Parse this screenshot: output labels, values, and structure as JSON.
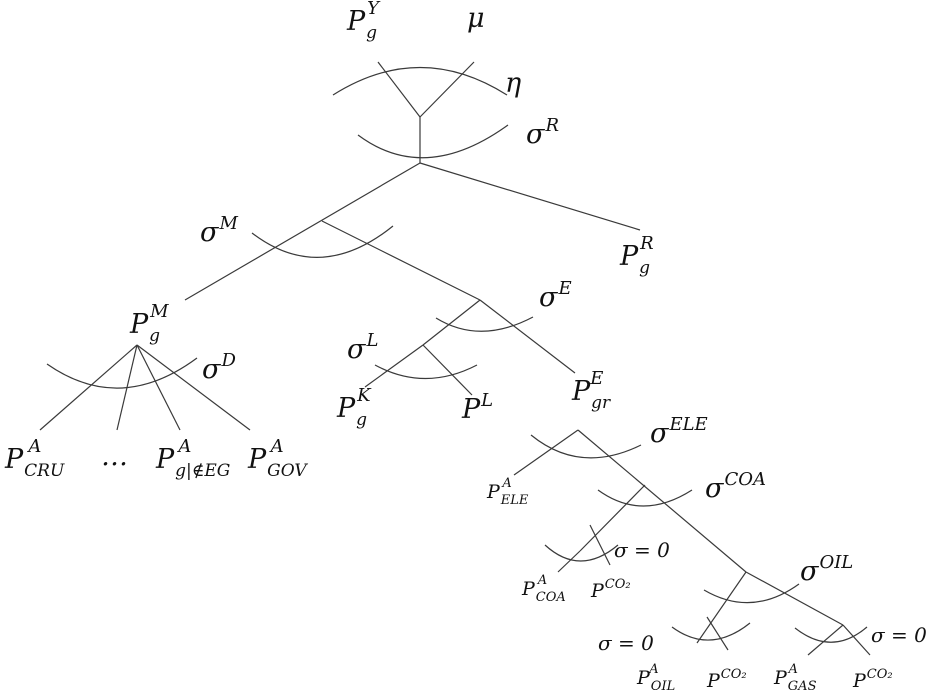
{
  "nodes": {
    "py": {
      "base": "P",
      "sub": "g",
      "sup": "Y"
    },
    "mu": {
      "base": "μ"
    },
    "eta": {
      "base": "η"
    },
    "sigma_r": {
      "base": "σ",
      "sup": "R"
    },
    "sigma_m": {
      "base": "σ",
      "sup": "M"
    },
    "pr": {
      "base": "P",
      "sub": "g",
      "sup": "R"
    },
    "pm": {
      "base": "P",
      "sub": "g",
      "sup": "M"
    },
    "sigma_e": {
      "base": "σ",
      "sup": "E"
    },
    "sigma_d": {
      "base": "σ",
      "sup": "D"
    },
    "sigma_l": {
      "base": "σ",
      "sup": "L"
    },
    "pk": {
      "base": "P",
      "sub": "g",
      "sup": "K"
    },
    "pl": {
      "base": "P",
      "sup": "L"
    },
    "pe": {
      "base": "P",
      "sub": "gr",
      "sup": "E"
    },
    "pcru": {
      "base": "P",
      "sub": "CRU",
      "sup": "A"
    },
    "ellipsis": {
      "base": "…"
    },
    "pgnot": {
      "base": "P",
      "sub": "g|∉EG",
      "sup": "A"
    },
    "pgov": {
      "base": "P",
      "sub": "GOV",
      "sup": "A"
    },
    "sigma_ele": {
      "base": "σ",
      "sup": "ELE"
    },
    "pele": {
      "base": "P",
      "sub": "ELE",
      "sup": "A"
    },
    "sigma_coa": {
      "base": "σ",
      "sup": "COA"
    },
    "sigma0_coa": {
      "base": "σ = 0"
    },
    "pcoa": {
      "base": "P",
      "sub": "COA",
      "sup": "A"
    },
    "pco2_1": {
      "base": "P",
      "sup": "CO₂"
    },
    "sigma_oil": {
      "base": "σ",
      "sup": "OIL"
    },
    "sigma0_oil": {
      "base": "σ = 0"
    },
    "sigma0_gas": {
      "base": "σ = 0"
    },
    "poil": {
      "base": "P",
      "sub": "OIL",
      "sup": "A"
    },
    "pco2_2": {
      "base": "P",
      "sup": "CO₂"
    },
    "pgas": {
      "base": "P",
      "sub": "GAS",
      "sup": "A"
    },
    "pco2_3": {
      "base": "P",
      "sup": "CO₂"
    }
  }
}
